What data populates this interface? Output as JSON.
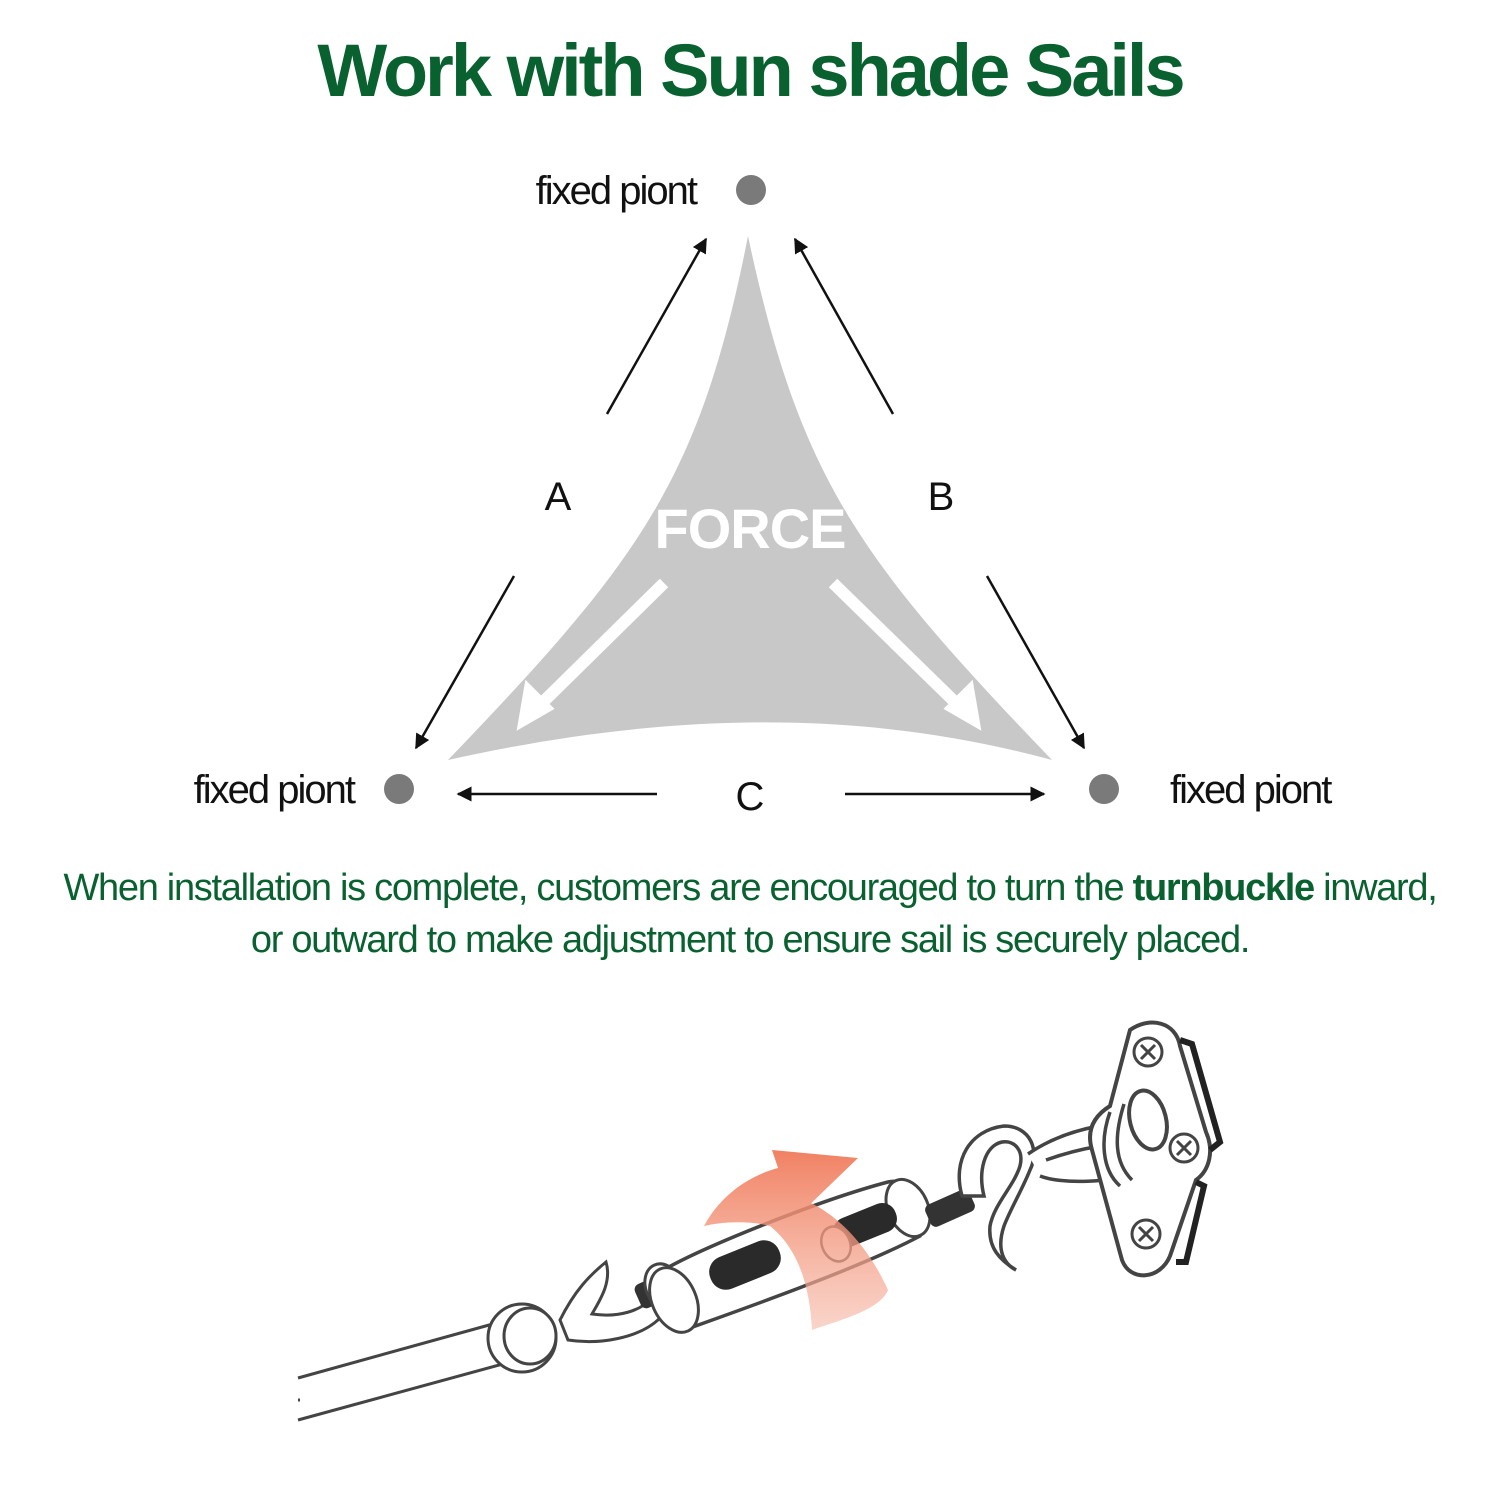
{
  "title": "Work with Sun shade Sails",
  "diagram": {
    "points": {
      "top_label": "fixed piont",
      "left_label": "fixed piont",
      "right_label": "fixed piont"
    },
    "sides": {
      "a": "A",
      "b": "B",
      "c": "C"
    },
    "center_label": "FORCE"
  },
  "caption": {
    "line1_before": "When installation is complete, customers are encouraged to turn the ",
    "highlight": "turnbuckle",
    "line1_after": " inward,",
    "line2": "or outward to make adjustment to ensure sail is securely placed."
  },
  "colors": {
    "brand_green": "#0a6130",
    "sail_gray": "#c8c8c8",
    "point_gray": "#7a7a7a",
    "rotate_arrow": "#f08c70"
  },
  "icons": [
    "turnbuckle-illustration",
    "rotate-arrow-icon",
    "eye-plate-icon"
  ]
}
